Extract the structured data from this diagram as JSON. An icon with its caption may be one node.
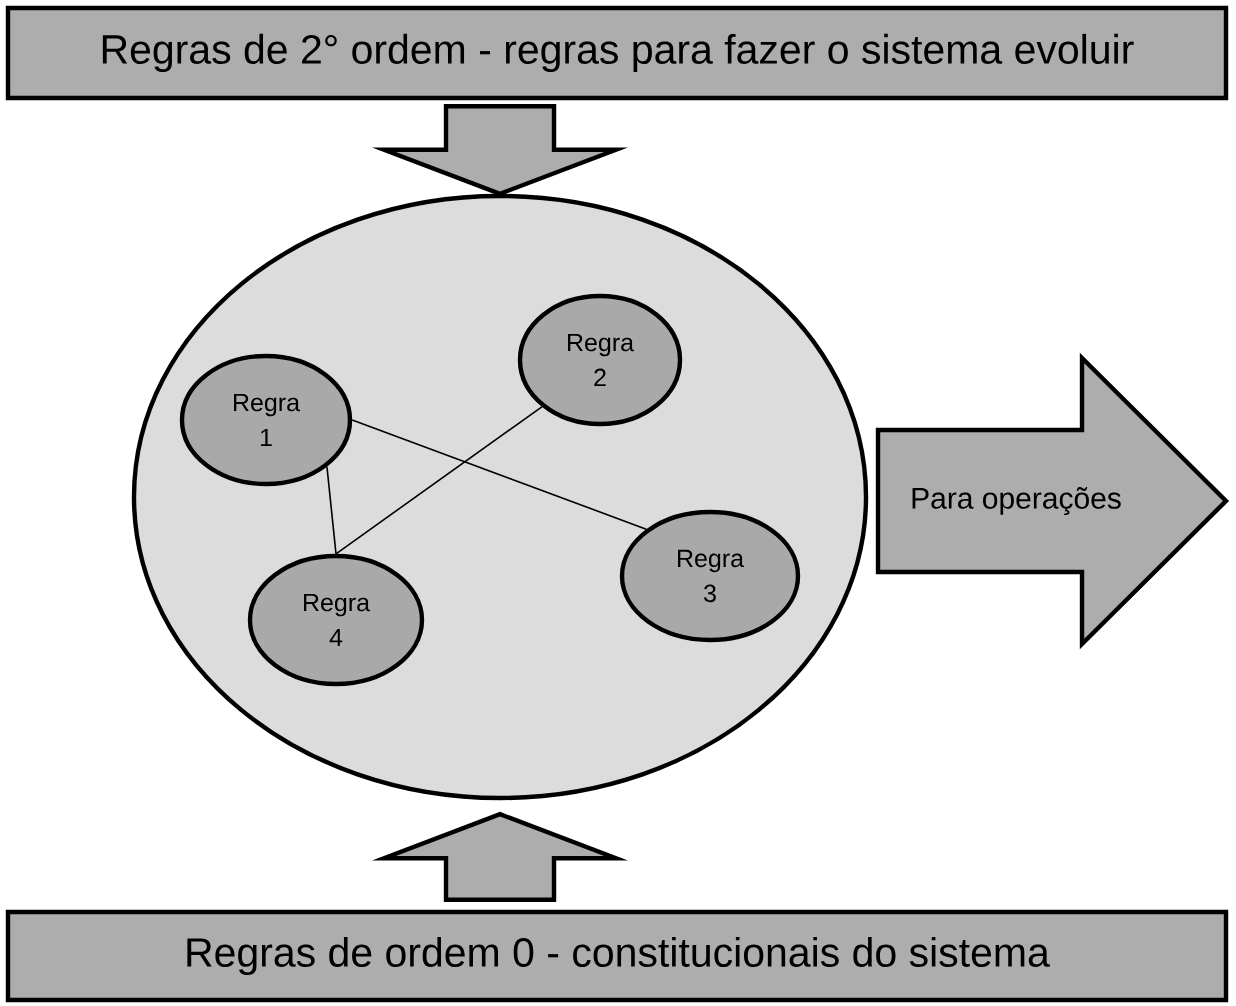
{
  "diagram": {
    "nodes": [
      {
        "text": [
          "Regras de 2° ordem - regras para fazer o sistema evoluir"
        ]
      },
      {
        "text": [],
        "shape": "circle"
      },
      {
        "text": [
          "Regra 1"
        ],
        "in": 1
      },
      {
        "text": [
          "Regra 2"
        ],
        "in": 1
      },
      {
        "text": [
          "Regra 3"
        ],
        "in": 1
      },
      {
        "text": [
          "Regra 4"
        ],
        "in": 1
      },
      {
        "text": [
          "Para operações"
        ]
      },
      {
        "text": [
          "Regras de ordem 0 - constitucionais do sistema"
        ]
      }
    ],
    "edges": [
      {
        "from": 0,
        "to": 1,
        "arrow": "to",
        "style": "thick"
      },
      {
        "from": 2,
        "to": 4,
        "arrow": "none"
      },
      {
        "from": 3,
        "to": 5,
        "arrow": "none"
      },
      {
        "from": 2,
        "to": 5,
        "arrow": "none"
      },
      {
        "from": 7,
        "to": 1,
        "arrow": "to",
        "style": "thick"
      }
    ]
  }
}
